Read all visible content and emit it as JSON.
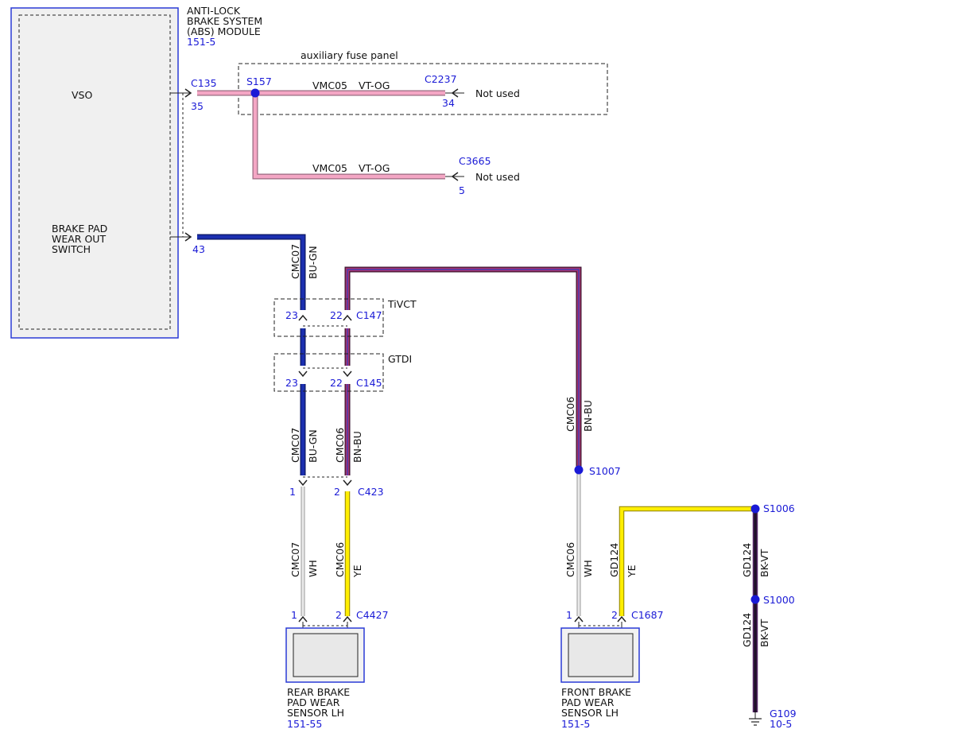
{
  "abs_module": {
    "title": [
      "ANTI-LOCK",
      "BRAKE SYSTEM",
      "(ABS) MODULE"
    ],
    "ref": "151-5",
    "vso_label": "VSO",
    "switch_label": [
      "BRAKE PAD",
      "WEAR OUT",
      "SWITCH"
    ]
  },
  "fuse_panel_label": "auxiliary fuse panel",
  "connectors": {
    "c135": "C135",
    "c135_pin_vso": "35",
    "c135_pin_switch": "43",
    "c2237": "C2237",
    "c2237_pin": "34",
    "c3665": "C3665",
    "c3665_pin": "5",
    "c147": "C147",
    "c147_pin_a": "23",
    "c147_pin_b": "22",
    "c145": "C145",
    "c145_pin_a": "23",
    "c145_pin_b": "22",
    "c423": "C423",
    "c423_pin_a": "1",
    "c423_pin_b": "2",
    "c4427": "C4427",
    "c4427_pin_a": "1",
    "c4427_pin_b": "2",
    "c1687": "C1687",
    "c1687_pin_a": "1",
    "c1687_pin_b": "2"
  },
  "splices": {
    "s157": "S157",
    "s1007": "S1007",
    "s1006": "S1006",
    "s1000": "S1000"
  },
  "inline_labels": {
    "tivct": "TiVCT",
    "gtdi": "GTDI"
  },
  "not_used": "Not used",
  "wires": {
    "vmc05_top": {
      "circuit": "VMC05",
      "color_code": "VT-OG"
    },
    "vmc05_bottom": {
      "circuit": "VMC05",
      "color_code": "VT-OG"
    },
    "cmc07_upper": {
      "circuit": "CMC07",
      "color_code": "BU-GN"
    },
    "cmc07_mid": {
      "circuit": "CMC07",
      "color_code": "BU-GN"
    },
    "cmc06_mid": {
      "circuit": "CMC06",
      "color_code": "BN-BU"
    },
    "cmc06_right": {
      "circuit": "CMC06",
      "color_code": "BN-BU"
    },
    "cmc07_rear_wh": {
      "circuit": "CMC07",
      "color_code": "WH"
    },
    "cmc06_rear_ye": {
      "circuit": "CMC06",
      "color_code": "YE"
    },
    "cmc06_front_wh": {
      "circuit": "CMC06",
      "color_code": "WH"
    },
    "gd124_front_ye": {
      "circuit": "GD124",
      "color_code": "YE"
    },
    "gd124_upper": {
      "circuit": "GD124",
      "color_code": "BK-VT"
    },
    "gd124_lower": {
      "circuit": "GD124",
      "color_code": "BK-VT"
    }
  },
  "rear_sensor": {
    "label": [
      "REAR BRAKE",
      "PAD WEAR",
      "SENSOR LH"
    ],
    "ref": "151-55"
  },
  "front_sensor": {
    "label": [
      "FRONT BRAKE",
      "PAD WEAR",
      "SENSOR LH"
    ],
    "ref": "151-5"
  },
  "ground": {
    "id": "G109",
    "ref": "10-5"
  },
  "colors": {
    "vt_og": "#f4a6c4",
    "bu_gn": "#1b2fb0",
    "bn_bu": "#a8326e",
    "white_wire": "#e8e8e8",
    "yellow_wire": "#ffee00",
    "bk_vt": "#20102a",
    "label_blue": "#1a1ad6",
    "module_blue": "#2a3bd6"
  }
}
